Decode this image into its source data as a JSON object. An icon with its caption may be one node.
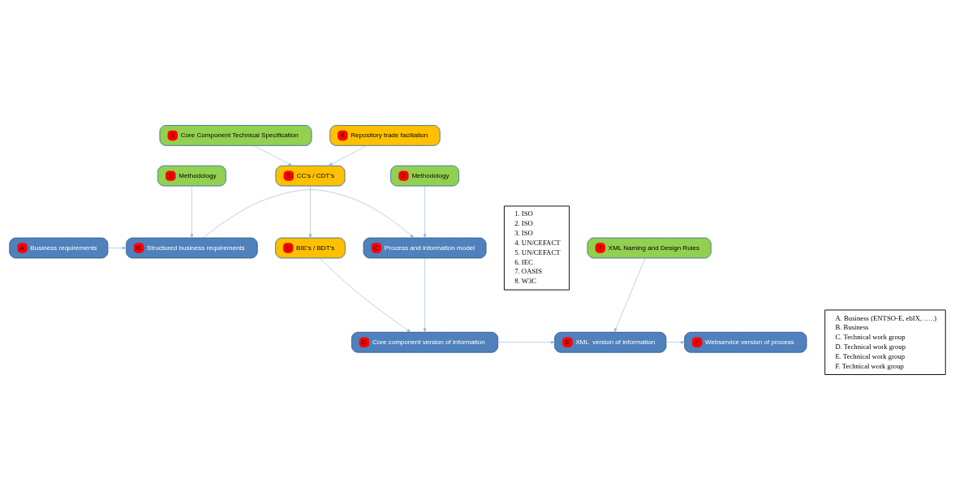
{
  "diagram": {
    "nodes": [
      {
        "text": [
          "A",
          "Business requirements"
        ]
      },
      {
        "text": [
          "B",
          "Structured business requirements"
        ]
      },
      {
        "text": [
          "C",
          "Process and information model"
        ]
      },
      {
        "text": [
          "1",
          "Methodology"
        ]
      },
      {
        "text": [
          "2",
          "Methodology"
        ]
      },
      {
        "text": [
          "D",
          "Core component version of information"
        ]
      },
      {
        "text": [
          "E",
          "XML  version of information"
        ]
      },
      {
        "text": [
          "F",
          "Webservice version of process"
        ]
      },
      {
        "text": [
          "6",
          "BIE’s / BDT’s"
        ]
      },
      {
        "text": [
          "3",
          "Core Component Technical Specification"
        ]
      },
      {
        "text": [
          "5",
          "CC’s / CDT’s"
        ]
      },
      {
        "text": [
          "7",
          "XML Naming and Design Rules"
        ]
      },
      {
        "text": [
          "4",
          "Repository trade faciliation"
        ]
      },
      {
        "text": [
          "1. ISO",
          "2. ISO",
          "3. ISO",
          "4. UN/CEFACT",
          "5. UN/CEFACT",
          "6. IEC",
          "7. OASIS",
          "8. W3C"
        ]
      },
      {
        "text": [
          "A. Business (ENTSO-E, ebIX, …..)",
          "B. Business",
          "C. Technical work group",
          "D. Technical work group",
          "E. Technical work group",
          "F. Technical work group"
        ]
      }
    ],
    "edges": [
      {
        "from": 0,
        "to": 1,
        "arrow": "to"
      },
      {
        "from": 3,
        "to": 1,
        "arrow": "to"
      },
      {
        "from": 1,
        "to": 2,
        "arrow": "to"
      },
      {
        "from": 4,
        "to": 2,
        "arrow": "to"
      },
      {
        "from": 2,
        "to": 5,
        "arrow": "to"
      },
      {
        "from": 5,
        "to": 6,
        "arrow": "to"
      },
      {
        "from": 6,
        "to": 7,
        "arrow": "to"
      },
      {
        "from": 8,
        "to": 5,
        "arrow": "to"
      },
      {
        "from": 10,
        "to": 8,
        "arrow": "to"
      },
      {
        "from": 9,
        "to": 10,
        "arrow": "to"
      },
      {
        "from": 12,
        "to": 10,
        "arrow": "to"
      },
      {
        "from": 11,
        "to": 6,
        "arrow": "to"
      }
    ]
  }
}
